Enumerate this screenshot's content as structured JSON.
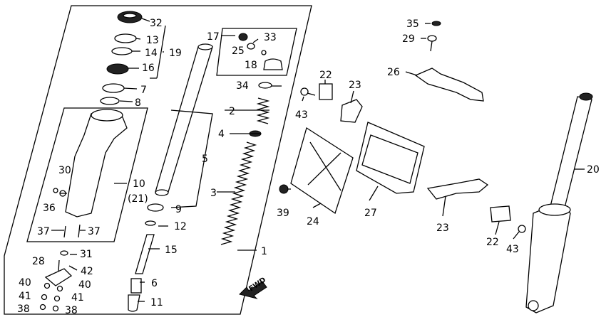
{
  "diagram": {
    "labels": {
      "p32": "32",
      "p13": "13",
      "p14": "14",
      "p19": "19",
      "p16": "16",
      "p7": "7",
      "p8": "8",
      "p17": "17",
      "p33": "33",
      "p25": "25",
      "p18": "18",
      "p34": "34",
      "p2": "2",
      "p4": "4",
      "p5": "5",
      "p3": "3",
      "p9": "9",
      "p12": "12",
      "p15": "15",
      "p6": "6",
      "p11": "11",
      "p1": "1",
      "p10": "10",
      "p21": "(21)",
      "p30": "30",
      "p36": "36",
      "p37a": "37",
      "p37b": "37",
      "p28": "28",
      "p31": "31",
      "p42": "42",
      "p40a": "40",
      "p40b": "40",
      "p41a": "41",
      "p41b": "41",
      "p38a": "38",
      "p38b": "38",
      "p35": "35",
      "p29": "29",
      "p26": "26",
      "p22a": "22",
      "p23a": "23",
      "p43a": "43",
      "p39": "39",
      "p24": "24",
      "p27": "27",
      "p23b": "23",
      "p22b": "22",
      "p43b": "43",
      "p20": "20",
      "fwd": "FWD"
    }
  }
}
